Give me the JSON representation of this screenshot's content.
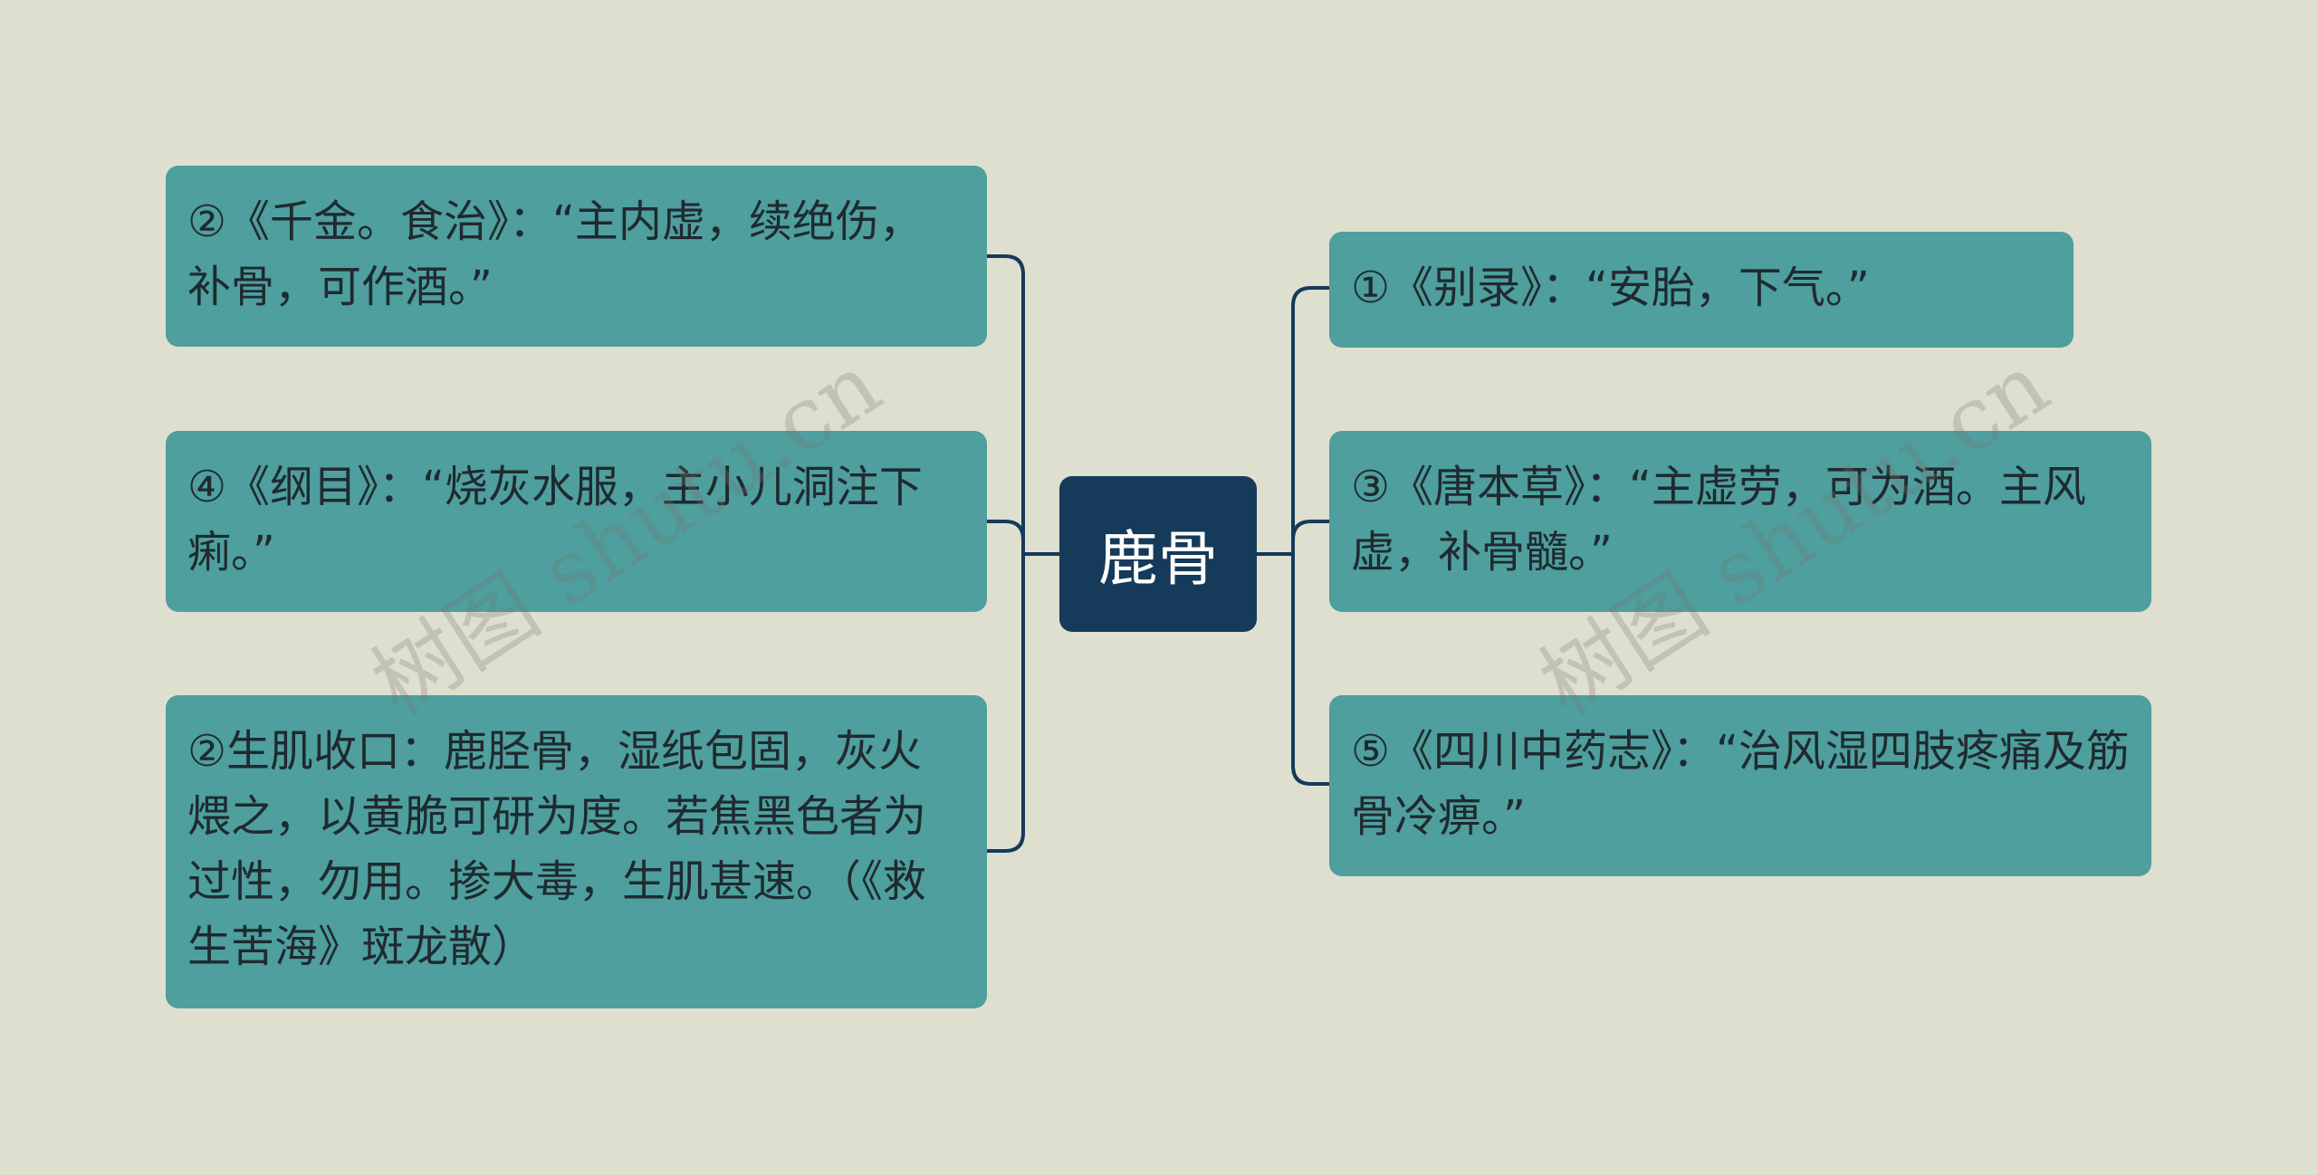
{
  "center": {
    "label": "鹿骨"
  },
  "left_nodes": [
    {
      "text": "②《千金。食治》：“主内虚，续绝伤，补骨，可作酒。”"
    },
    {
      "text": "④《纲目》：“烧灰水服，主小儿洞注下痢。”"
    },
    {
      "text": "②生肌收口：鹿胫骨，湿纸包固，灰火煨之，以黄脆可研为度。若焦黑色者为过性，勿用。掺大毒，生肌甚速。（《救生苦海》斑龙散）"
    }
  ],
  "right_nodes": [
    {
      "text": "①《别录》：“安胎，下气。”"
    },
    {
      "text": "③《唐本草》：“主虚劳，可为酒。主风虚，补骨髓。”"
    },
    {
      "text": "⑤《四川中药志》：“治风湿四肢疼痛及筋骨冷痹。”"
    }
  ],
  "watermark": {
    "text": "树图 shutu.cn"
  },
  "colors": {
    "background": "#dfdfd0",
    "node": "#4e9f9e",
    "center": "#153a5a",
    "connector": "#153a5a"
  }
}
